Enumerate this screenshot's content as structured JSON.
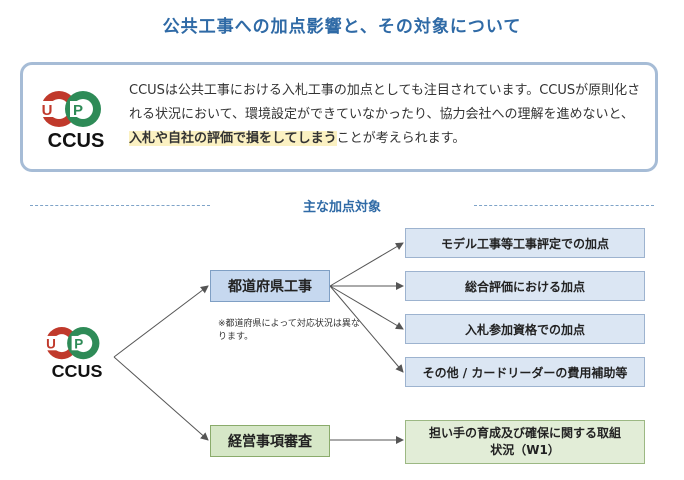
{
  "header": {
    "title": "公共工事への加点影響と、その対象について"
  },
  "intro": {
    "text_part1": "CCUSは公共工事における入札工事の加点としても注目されています。CCUSが原則化される状況において、環境設定ができていなかったり、協力会社への理解を進めないと、",
    "highlight": "入札や自社の評価で損をしてしまう",
    "text_part2": "ことが考えられます。"
  },
  "logo": {
    "circle1_letter": "U",
    "circle2_letter": "P",
    "brand": "CCUS",
    "colors": {
      "red": "#c0392b",
      "green": "#2e8b57",
      "brand_text": "#111111"
    }
  },
  "section": {
    "title": "主な加点対象"
  },
  "diagram": {
    "category1": {
      "label": "都道府県工事",
      "note": "※都道府県によって対応状況は異なります。"
    },
    "category2": {
      "label": "経営事項審査"
    },
    "items1": [
      "モデル工事等工事評定での加点",
      "総合評価における加点",
      "入札参加資格での加点",
      "その他 / カードリーダーの費用補助等"
    ],
    "item2": "担い手の育成及び確保に関する取組状況（W1）"
  },
  "colors": {
    "title_blue": "#2f6aa6",
    "box_blue": "#c6d8ef",
    "box_green": "#d6e7c7",
    "highlight": "#fbf1c2"
  }
}
